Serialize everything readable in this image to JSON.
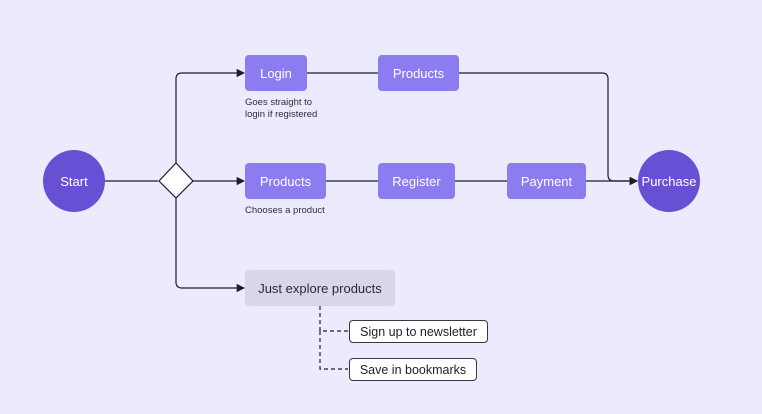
{
  "nodes": {
    "start": "Start",
    "purchase": "Purchase",
    "login": "Login",
    "products_top": "Products",
    "products_middle": "Products",
    "register": "Register",
    "payment": "Payment",
    "explore": "Just explore products",
    "newsletter": "Sign up to newsletter",
    "bookmarks": "Save in bookmarks"
  },
  "notes": {
    "login_line1": "Goes straight to",
    "login_line2": "login if registered",
    "products_note": "Chooses a product"
  },
  "colors": {
    "background": "#ECEAFD",
    "primary_box": "#8B7CF0",
    "circle": "#6750D4",
    "grey_box": "#DAD6EA",
    "line": "#1F1D2B"
  }
}
